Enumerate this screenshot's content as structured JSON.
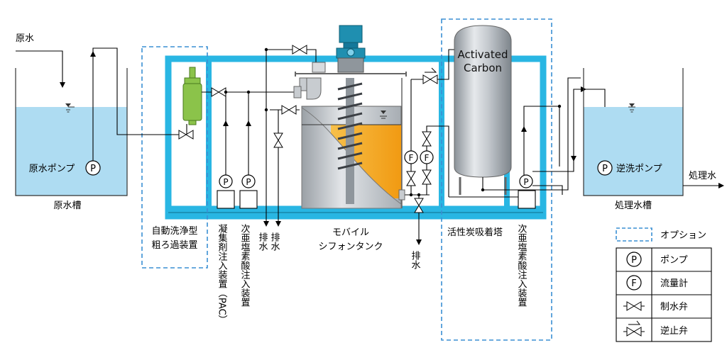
{
  "inlet_label": "原水",
  "raw_tank": {
    "label": "原水槽",
    "pump_label": "原水ポンプ"
  },
  "treated_tank": {
    "label": "処理水槽",
    "pump_label": "逆洗ポンプ"
  },
  "outlet_label": "処理水",
  "carbon_tower_text": [
    "Activated",
    "Carbon"
  ],
  "labels": {
    "auto_strainer": [
      "自動洗浄型",
      "粗ろ過装置"
    ],
    "pac_doser": "凝集剤注入装置（PAC）",
    "hypo_doser_1": "次亜塩素酸注入装置",
    "drain_a": "排水",
    "drain_b": "排水",
    "drain_c": "排水",
    "siphon_tank": [
      "モバイル",
      "シフォンタンク"
    ],
    "carbon_tower": "活性炭吸着塔",
    "hypo_doser_2": "次亜塩素酸注入装置"
  },
  "symbols": {
    "pump": "P",
    "flow_meter": "F"
  },
  "legend": [
    {
      "icon": "dashed-box",
      "label": "オプション"
    },
    {
      "icon": "pump",
      "label": "ポンプ"
    },
    {
      "icon": "flow-meter",
      "label": "流量計"
    },
    {
      "icon": "control-valve",
      "label": "制水弁"
    },
    {
      "icon": "check-valve",
      "label": "逆止弁"
    }
  ],
  "colors": {
    "frame": "#29b6e3",
    "water": "#aedcf2",
    "filter": "#8bc34a",
    "motor": "#1f8fb0",
    "liquid": "#f6a821",
    "option_dash": "#3a8fd4",
    "tower": "#9ea5ab"
  }
}
